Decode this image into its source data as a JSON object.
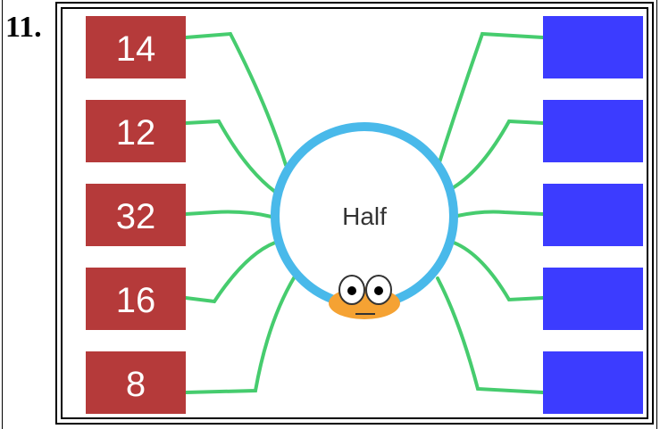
{
  "question_number": "11.",
  "center_label": "Half",
  "inputs": [
    "14",
    "12",
    "32",
    "16",
    "8"
  ],
  "answers": [
    "",
    "",
    "",
    "",
    ""
  ],
  "colors": {
    "input_box": "#b53a3a",
    "answer_box": "#3c3cff",
    "legs": "#46cc6e",
    "ring": "#49b9ea",
    "bug_body": "#f5a233"
  },
  "icons": [
    "bug-eyes-icon"
  ]
}
